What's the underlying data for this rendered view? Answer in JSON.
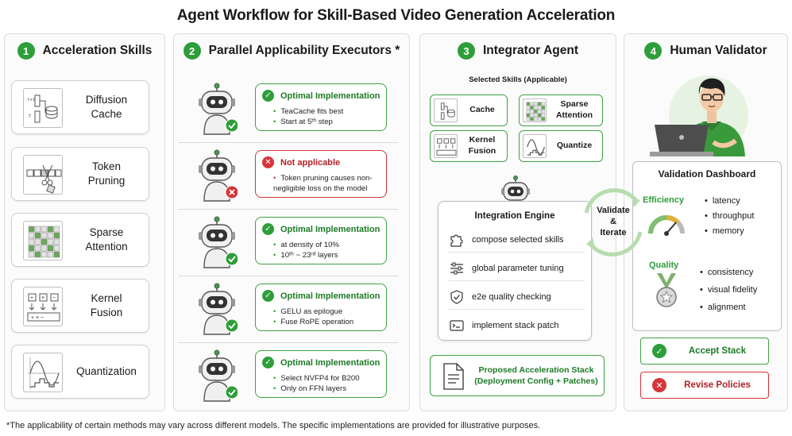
{
  "title": "Agent Workflow for Skill-Based Video Generation Acceleration",
  "colors": {
    "green": "#2e9e3a",
    "red": "#d6353a",
    "border": "#dcdcdc"
  },
  "panels": [
    {
      "num": "1",
      "title": "Acceleration Skills"
    },
    {
      "num": "2",
      "title": "Parallel Applicability Executors *"
    },
    {
      "num": "3",
      "title": "Integrator Agent"
    },
    {
      "num": "4",
      "title": "Human Validator"
    }
  ],
  "skills": [
    {
      "label": "Diffusion\nCache",
      "icon": "diffusion-cache-icon"
    },
    {
      "label": "Token\nPruning",
      "icon": "token-pruning-icon"
    },
    {
      "label": "Sparse\nAttention",
      "icon": "sparse-attention-icon"
    },
    {
      "label": "Kernel\nFusion",
      "icon": "kernel-fusion-icon"
    },
    {
      "label": "Quantization",
      "icon": "quantization-icon"
    }
  ],
  "executors": [
    {
      "status": "ok",
      "title": "Optimal Implementation",
      "lines": [
        "TeaCache fits best",
        "Start at 5ᵗʰ step"
      ]
    },
    {
      "status": "bad",
      "title": "Not applicable",
      "lines": [
        "Token pruning causes non-negligible loss on the model"
      ]
    },
    {
      "status": "ok",
      "title": "Optimal Implementation",
      "lines": [
        "at density of 10%",
        "10ᵗʰ ~ 23ʳᵈ layers"
      ]
    },
    {
      "status": "ok",
      "title": "Optimal Implementation",
      "lines": [
        "GELU as epilogue",
        "Fuse RoPE operation"
      ]
    },
    {
      "status": "ok",
      "title": "Optimal Implementation",
      "lines": [
        "Select NVFP4 for B200",
        "Only on FFN layers"
      ]
    }
  ],
  "integrator": {
    "selected_title": "Selected Skills (Applicable)",
    "selected": [
      {
        "label": "Cache",
        "icon": "diffusion-cache-icon"
      },
      {
        "label": "Sparse\nAttention",
        "icon": "sparse-attention-icon"
      },
      {
        "label": "Kernel\nFusion",
        "icon": "kernel-fusion-icon"
      },
      {
        "label": "Quantize",
        "icon": "quantization-icon"
      }
    ],
    "engine_title": "Integration Engine",
    "engine_steps": [
      {
        "label": "compose selected skills",
        "icon": "puzzle-icon"
      },
      {
        "label": "global parameter tuning",
        "icon": "sliders-icon"
      },
      {
        "label": "e2e quality checking",
        "icon": "shield-check-icon"
      },
      {
        "label": "implement stack patch",
        "icon": "terminal-icon"
      }
    ],
    "proposed": "Proposed Acceleration Stack\n(Deployment Config + Patches)",
    "validate_loop": "Validate\n&\nIterate"
  },
  "validator": {
    "dashboard_title": "Validation Dashboard",
    "efficiency_label": "Efficiency",
    "efficiency_items": [
      "latency",
      "throughput",
      "memory"
    ],
    "quality_label": "Quality",
    "quality_items": [
      "consistency",
      "visual fidelity",
      "alignment"
    ],
    "accept": "Accept Stack",
    "revise": "Revise Policies"
  },
  "footnote": "*The applicability of certain methods may vary across different models. The specific implementations are provided for illustrative purposes."
}
